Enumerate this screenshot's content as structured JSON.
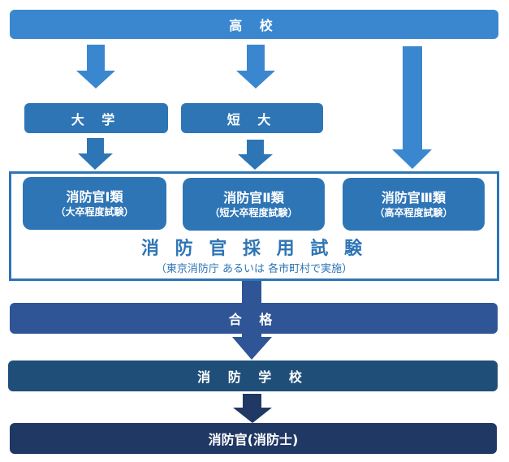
{
  "colors": {
    "high_school": "#3a87d0",
    "university": "#2e75b6",
    "exam": "#2e75b6",
    "pass": "#2f5597",
    "fire_school": "#1f4e79",
    "firefighter": "#203864"
  },
  "nodes": {
    "high_school": "高 校",
    "university": "大 学",
    "junior_college": "短 大",
    "pass": "合 格",
    "fire_school": "消 防 学 校",
    "firefighter": "消防官(消防士)"
  },
  "exam": {
    "title": "消 防 官 採 用 試 験",
    "subtitle": "（東京消防庁 あるいは 各市町村で実施）",
    "categories": [
      {
        "title": "消防官Ⅰ類",
        "subtitle": "（大卒程度試験）"
      },
      {
        "title": "消防官Ⅱ類",
        "subtitle": "（短大卒程度試験）"
      },
      {
        "title": "消防官Ⅲ類",
        "subtitle": "（高卒程度試験）"
      }
    ]
  }
}
